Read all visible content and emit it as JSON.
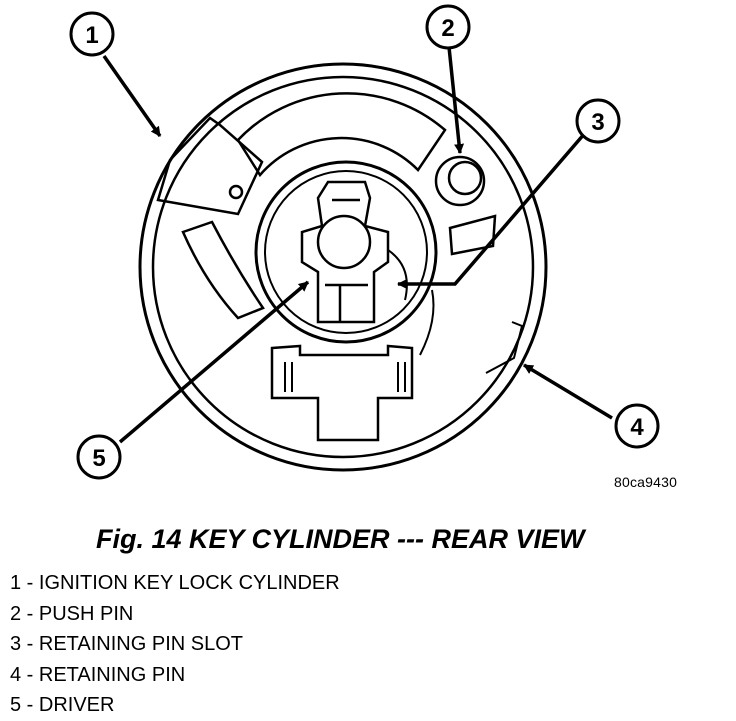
{
  "callouts": [
    {
      "number": "1"
    },
    {
      "number": "2"
    },
    {
      "number": "3"
    },
    {
      "number": "4"
    },
    {
      "number": "5"
    }
  ],
  "drawing_id": "80ca9430",
  "caption": "Fig. 14 KEY CYLINDER --- REAR VIEW",
  "legend": [
    "1 - IGNITION KEY LOCK CYLINDER",
    "2 - PUSH PIN",
    "3 - RETAINING PIN SLOT",
    "4 - RETAINING PIN",
    "5 - DRIVER"
  ]
}
